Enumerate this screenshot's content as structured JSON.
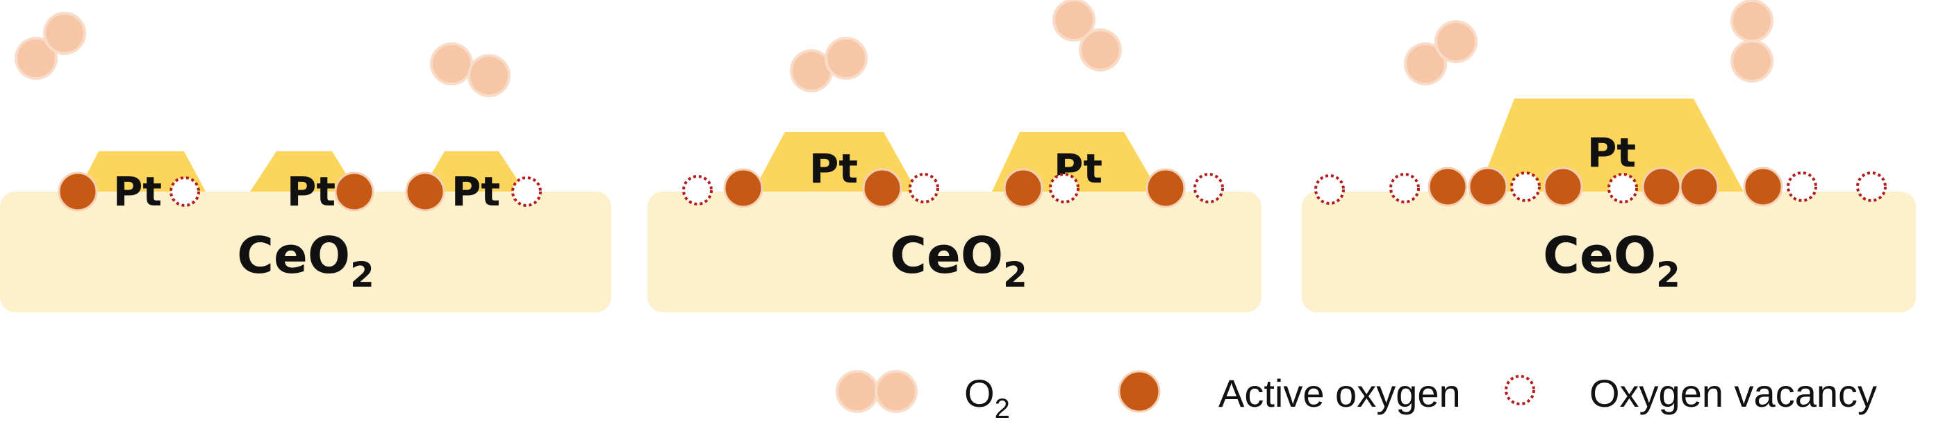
{
  "colors": {
    "substrate": "#fdf0cc",
    "pt_particle": "#fcd65c",
    "active_oxygen_fill": "#c65a14",
    "active_oxygen_stroke": "#f4d0b6",
    "o2_fill": "#f7c6a6",
    "o2_stroke": "#f9dcc8",
    "vacancy_stroke": "#b01d1d"
  },
  "panels": [
    {
      "substrate_label": {
        "main": "CeO",
        "sub": "2"
      },
      "pt_labels": [
        "Pt",
        "Pt",
        "Pt"
      ]
    },
    {
      "substrate_label": {
        "main": "CeO",
        "sub": "2"
      },
      "pt_labels": [
        "Pt",
        "Pt"
      ]
    },
    {
      "substrate_label": {
        "main": "CeO",
        "sub": "2"
      },
      "pt_labels": [
        "Pt"
      ]
    }
  ],
  "legend": {
    "o2": {
      "main": "O",
      "sub": "2",
      "icon": "o2-molecule-icon"
    },
    "active_oxygen": {
      "label": "Active oxygen",
      "icon": "active-oxygen-icon"
    },
    "vacancy": {
      "label": "Oxygen vacancy",
      "icon": "oxygen-vacancy-icon"
    }
  }
}
